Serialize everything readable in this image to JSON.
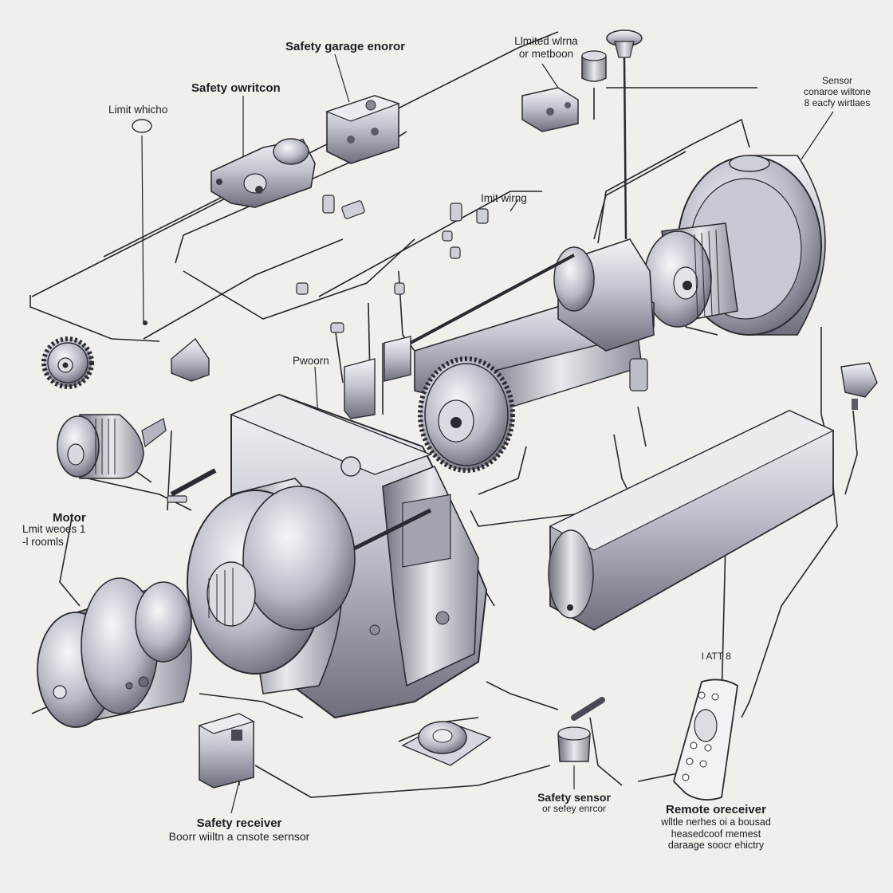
{
  "colors": {
    "background": "#f1efec",
    "ink": "#1d1d21",
    "metal_light": "#e6e6ec",
    "metal_mid": "#a9a9b6",
    "metal_dark": "#5b5b68",
    "accent_red": "#c0392b"
  },
  "labels": {
    "safety_garage_sensor": "Safety garage enoror",
    "limited_wiring_line1": "Llmited wlrna",
    "limited_wiring_line2": "or metboon",
    "safety_switch": "Safety owritcon",
    "limit_switch": "Limit whicho",
    "sensor_line1": "Sensor",
    "sensor_line2": "conaroe wiltone",
    "sensor_line3": "8 eacfy wirtlaes",
    "limit_wiring": "Imit wirng",
    "pivot": "Pwoorn",
    "motor": "Motor",
    "limit_rooms_line1": "Lmit weoes  1",
    "limit_rooms_line2": "-l   roomls",
    "part_tag": "l  ATT  8",
    "safety_sensor_line1": "Safety sensor",
    "safety_sensor_line2": "or sefey enrcor",
    "remote_receiver_line1": "Remote oreceiver",
    "remote_receiver_line2": "wlltle nerhes oi a bousad",
    "remote_receiver_line3": "heasedcoof memest",
    "remote_receiver_line4": "daraage soocr ehictry",
    "safety_receiver_line1": "Safety receiver",
    "safety_receiver_line2": "Boorr wiiltn a cnsote sernsor"
  },
  "icons": [
    "gear-icon",
    "motor-icon",
    "sensor-icon",
    "remote-icon",
    "bracket-icon",
    "drum-icon"
  ]
}
